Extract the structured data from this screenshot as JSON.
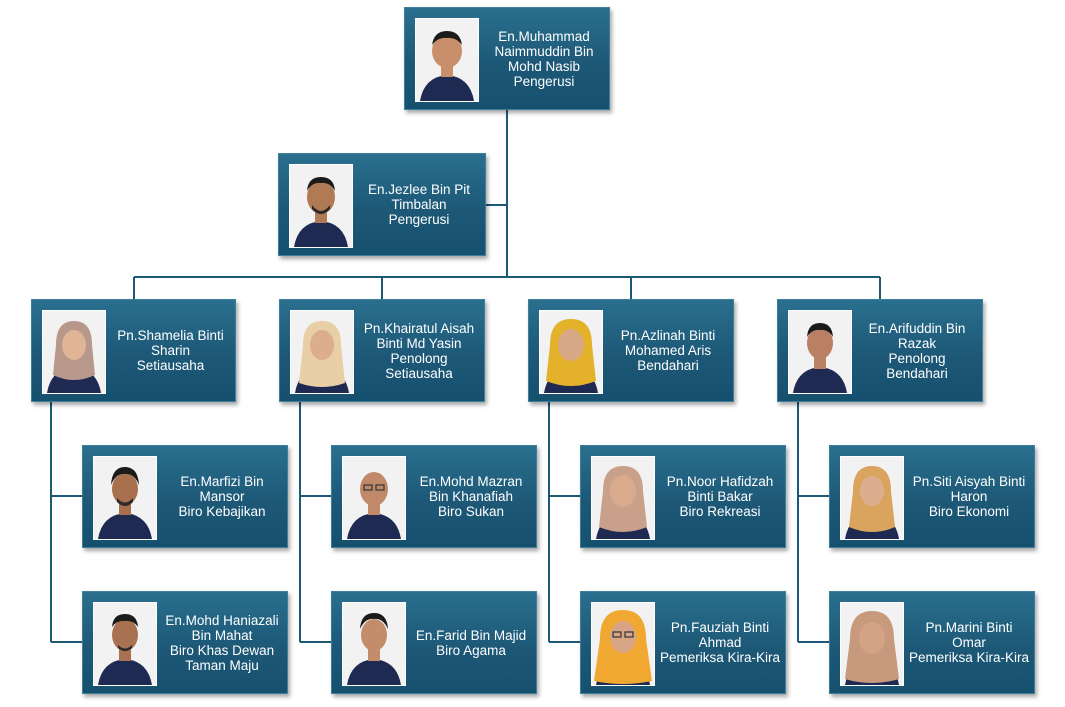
{
  "nodes": [
    {
      "lines": [
        "En.Muhammad",
        "Naimmuddin Bin",
        "Mohd  Nasib",
        "Pengerusi"
      ]
    },
    {
      "lines": [
        "En.Jezlee Bin Pit",
        "Timbalan",
        "Pengerusi"
      ]
    },
    {
      "lines": [
        "Pn.Shamelia Binti",
        "Sharin",
        "Setiausaha"
      ]
    },
    {
      "lines": [
        "Pn.Khairatul Aisah",
        "Binti Md  Yasin",
        "Penolong",
        "Setiausaha"
      ]
    },
    {
      "lines": [
        "Pn.Azlinah Binti",
        "Mohamed Aris",
        "Bendahari"
      ]
    },
    {
      "lines": [
        "En.Arifuddin  Bin",
        "Razak",
        "Penolong",
        "Bendahari"
      ]
    },
    {
      "lines": [
        "En.Marfizi Bin",
        "Mansor",
        "Biro Kebajikan"
      ]
    },
    {
      "lines": [
        "En.Mohd Mazran",
        "Bin Khanafiah",
        "Biro Sukan"
      ]
    },
    {
      "lines": [
        "Pn.Noor Hafidzah",
        "Binti Bakar",
        "Biro Rekreasi"
      ]
    },
    {
      "lines": [
        "Pn.Siti Aisyah Binti",
        "Haron",
        "Biro Ekonomi"
      ]
    },
    {
      "lines": [
        "En.Mohd Haniazali",
        "Bin Mahat",
        "Biro Khas Dewan",
        "Taman Maju"
      ]
    },
    {
      "lines": [
        "En.Farid Bin Majid",
        "Biro Agama"
      ]
    },
    {
      "lines": [
        "Pn.Fauziah Binti",
        "Ahmad",
        "Pemeriksa Kira-Kira"
      ]
    },
    {
      "lines": [
        "Pn.Marini Binti",
        "Omar",
        "Pemeriksa Kira-Kira"
      ]
    }
  ],
  "colors": {
    "node_fill": "#1d5877",
    "connector": "#1d5877",
    "shirt": "#1e2a52"
  }
}
